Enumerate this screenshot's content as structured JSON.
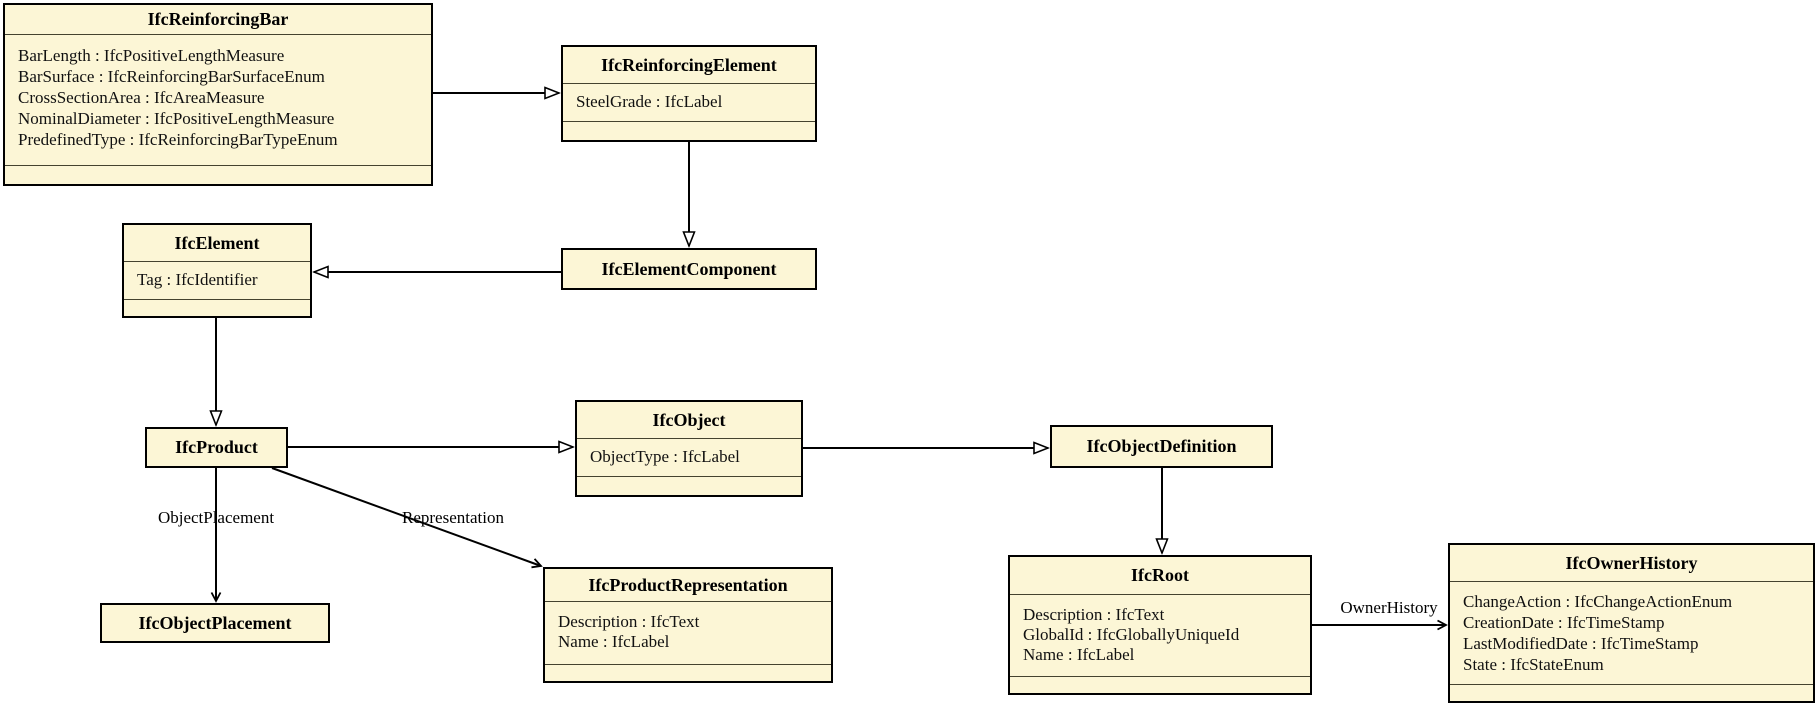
{
  "diagram": {
    "title": "IFC class inheritance diagram (IfcReinforcingBar)",
    "colors": {
      "box_fill": "#fcf6d6",
      "border": "#000000",
      "background": "#ffffff"
    },
    "classes": [
      {
        "name": "IfcReinforcingBar",
        "attributes": [
          "BarLength : IfcPositiveLengthMeasure",
          "BarSurface : IfcReinforcingBarSurfaceEnum",
          "CrossSectionArea : IfcAreaMeasure",
          "NominalDiameter : IfcPositiveLengthMeasure",
          "PredefinedType : IfcReinforcingBarTypeEnum"
        ]
      },
      {
        "name": "IfcReinforcingElement",
        "attributes": [
          "SteelGrade : IfcLabel"
        ]
      },
      {
        "name": "IfcElementComponent",
        "attributes": []
      },
      {
        "name": "IfcElement",
        "attributes": [
          "Tag : IfcIdentifier"
        ]
      },
      {
        "name": "IfcProduct",
        "attributes": []
      },
      {
        "name": "IfcObject",
        "attributes": [
          "ObjectType : IfcLabel"
        ]
      },
      {
        "name": "IfcObjectDefinition",
        "attributes": []
      },
      {
        "name": "IfcObjectPlacement",
        "attributes": []
      },
      {
        "name": "IfcProductRepresentation",
        "attributes": [
          "Description : IfcText",
          "Name : IfcLabel"
        ]
      },
      {
        "name": "IfcRoot",
        "attributes": [
          "Description : IfcText",
          "GlobalId : IfcGloballyUniqueId",
          "Name : IfcLabel"
        ]
      },
      {
        "name": "IfcOwnerHistory",
        "attributes": [
          "ChangeAction : IfcChangeActionEnum",
          "CreationDate : IfcTimeStamp",
          "LastModifiedDate : IfcTimeStamp",
          "State : IfcStateEnum"
        ]
      }
    ],
    "relationships": [
      {
        "from": "IfcReinforcingBar",
        "to": "IfcReinforcingElement",
        "type": "inheritance",
        "label": ""
      },
      {
        "from": "IfcReinforcingElement",
        "to": "IfcElementComponent",
        "type": "inheritance",
        "label": ""
      },
      {
        "from": "IfcElementComponent",
        "to": "IfcElement",
        "type": "inheritance",
        "label": ""
      },
      {
        "from": "IfcElement",
        "to": "IfcProduct",
        "type": "inheritance",
        "label": ""
      },
      {
        "from": "IfcProduct",
        "to": "IfcObject",
        "type": "inheritance",
        "label": ""
      },
      {
        "from": "IfcObject",
        "to": "IfcObjectDefinition",
        "type": "inheritance",
        "label": ""
      },
      {
        "from": "IfcObjectDefinition",
        "to": "IfcRoot",
        "type": "inheritance",
        "label": ""
      },
      {
        "from": "IfcProduct",
        "to": "IfcObjectPlacement",
        "type": "association",
        "label": "ObjectPlacement"
      },
      {
        "from": "IfcProduct",
        "to": "IfcProductRepresentation",
        "type": "association",
        "label": "Representation"
      },
      {
        "from": "IfcRoot",
        "to": "IfcOwnerHistory",
        "type": "association",
        "label": "OwnerHistory"
      }
    ]
  }
}
